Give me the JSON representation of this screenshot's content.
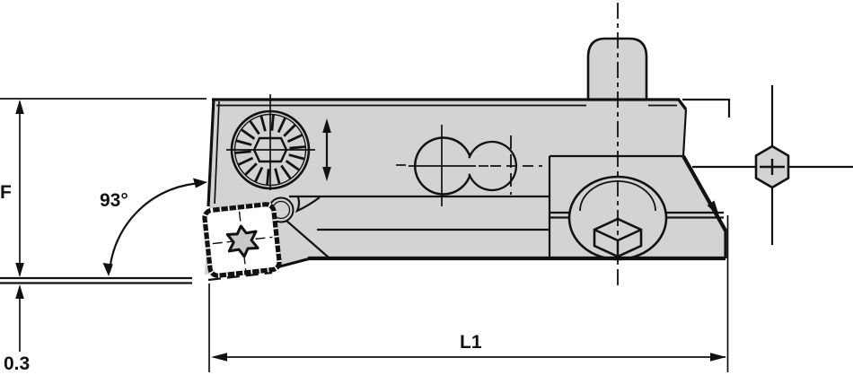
{
  "drawing": {
    "title": "indexable-milling-cartridge-side-view",
    "labels": {
      "height_dim": "F",
      "lead_angle": "93°",
      "wiper_offset": "0.3",
      "length_dim": "L1"
    },
    "colors": {
      "background": "#ffffff",
      "body_fill": "#d3d3d3",
      "insert_fill": "#ffffff",
      "fastener_fill": "#c9c9c9",
      "line": "#111111"
    },
    "features": [
      "adjustment-wheel-with-hex-socket",
      "vertical-adjust-arrow",
      "open-ring-hole",
      "hidden-hole-crosshair",
      "mounting-boss",
      "clamp-screw-with-hex-socket",
      "hex-key-end-view",
      "square-insert-with-torx-screw",
      "reference-plane-double-line"
    ]
  }
}
